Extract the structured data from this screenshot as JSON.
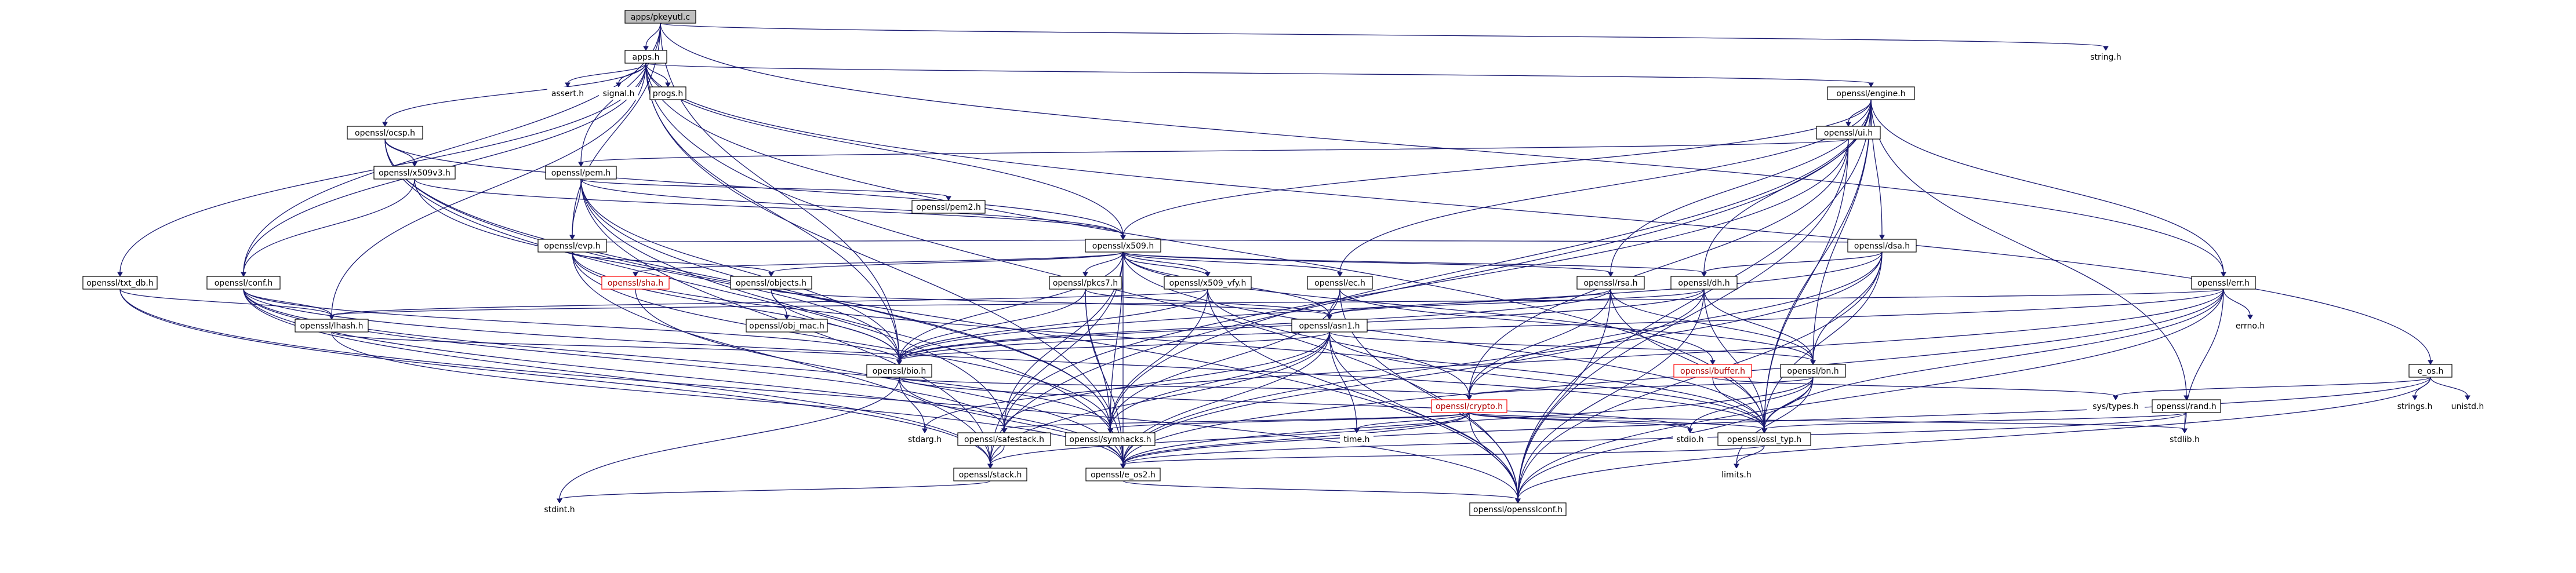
{
  "diagram": {
    "type": "include-dependency-graph",
    "edge_color": "#191970",
    "root_fill": "#bfbfbf",
    "nodes": [
      {
        "id": "root",
        "label": "apps/pkeyutl.c",
        "kind": "root"
      },
      {
        "id": "apps",
        "label": "apps.h"
      },
      {
        "id": "string",
        "label": "string.h",
        "kind": "ghost"
      },
      {
        "id": "assert",
        "label": "assert.h",
        "kind": "ghost"
      },
      {
        "id": "signal",
        "label": "signal.h",
        "kind": "ghost"
      },
      {
        "id": "progs",
        "label": "progs.h"
      },
      {
        "id": "engine",
        "label": "openssl/engine.h"
      },
      {
        "id": "ocsp",
        "label": "openssl/ocsp.h"
      },
      {
        "id": "x509v3",
        "label": "openssl/x509v3.h"
      },
      {
        "id": "pem",
        "label": "openssl/pem.h"
      },
      {
        "id": "ui",
        "label": "openssl/ui.h"
      },
      {
        "id": "x509",
        "label": "openssl/x509.h"
      },
      {
        "id": "pem2",
        "label": "openssl/pem2.h"
      },
      {
        "id": "evp",
        "label": "openssl/evp.h"
      },
      {
        "id": "sha",
        "label": "openssl/sha.h",
        "kind": "red"
      },
      {
        "id": "objects",
        "label": "openssl/objects.h"
      },
      {
        "id": "objmac",
        "label": "openssl/obj_mac.h"
      },
      {
        "id": "pkcs7",
        "label": "openssl/pkcs7.h"
      },
      {
        "id": "x509vfy",
        "label": "openssl/x509_vfy.h"
      },
      {
        "id": "ec",
        "label": "openssl/ec.h"
      },
      {
        "id": "rsa",
        "label": "openssl/rsa.h"
      },
      {
        "id": "dsa",
        "label": "openssl/dsa.h"
      },
      {
        "id": "dh",
        "label": "openssl/dh.h"
      },
      {
        "id": "err",
        "label": "openssl/err.h"
      },
      {
        "id": "errno",
        "label": "errno.h",
        "kind": "ghost"
      },
      {
        "id": "txtdb",
        "label": "openssl/txt_db.h"
      },
      {
        "id": "conf",
        "label": "openssl/conf.h"
      },
      {
        "id": "lhash",
        "label": "openssl/lhash.h"
      },
      {
        "id": "asn1",
        "label": "openssl/asn1.h"
      },
      {
        "id": "bio",
        "label": "openssl/bio.h"
      },
      {
        "id": "buffer",
        "label": "openssl/buffer.h",
        "kind": "red"
      },
      {
        "id": "bn",
        "label": "openssl/bn.h"
      },
      {
        "id": "crypto",
        "label": "openssl/crypto.h",
        "kind": "red"
      },
      {
        "id": "rand",
        "label": "openssl/rand.h"
      },
      {
        "id": "eos",
        "label": "e_os.h"
      },
      {
        "id": "strings",
        "label": "strings.h",
        "kind": "ghost"
      },
      {
        "id": "unistd",
        "label": "unistd.h",
        "kind": "ghost"
      },
      {
        "id": "systypes",
        "label": "sys/types.h",
        "kind": "ghost"
      },
      {
        "id": "stdarg",
        "label": "stdarg.h",
        "kind": "ghost"
      },
      {
        "id": "time",
        "label": "time.h",
        "kind": "ghost"
      },
      {
        "id": "stdio",
        "label": "stdio.h",
        "kind": "ghost"
      },
      {
        "id": "stdlib",
        "label": "stdlib.h",
        "kind": "ghost"
      },
      {
        "id": "safestack",
        "label": "openssl/safestack.h"
      },
      {
        "id": "symhacks",
        "label": "openssl/symhacks.h"
      },
      {
        "id": "osttyp",
        "label": "openssl/ossl_typ.h"
      },
      {
        "id": "limits",
        "label": "limits.h",
        "kind": "ghost"
      },
      {
        "id": "stack",
        "label": "openssl/stack.h"
      },
      {
        "id": "eos2",
        "label": "openssl/e_os2.h"
      },
      {
        "id": "stdint",
        "label": "stdint.h",
        "kind": "ghost"
      },
      {
        "id": "opensslconf",
        "label": "openssl/opensslconf.h"
      }
    ],
    "edges": [
      [
        "root",
        "apps"
      ],
      [
        "root",
        "string"
      ],
      [
        "root",
        "err"
      ],
      [
        "root",
        "pem"
      ],
      [
        "root",
        "evp"
      ],
      [
        "root",
        "bio"
      ],
      [
        "root",
        "conf"
      ],
      [
        "apps",
        "assert"
      ],
      [
        "apps",
        "signal"
      ],
      [
        "apps",
        "progs"
      ],
      [
        "apps",
        "engine"
      ],
      [
        "apps",
        "ocsp"
      ],
      [
        "apps",
        "x509"
      ],
      [
        "apps",
        "txtdb"
      ],
      [
        "apps",
        "lhash"
      ],
      [
        "apps",
        "bio"
      ],
      [
        "apps",
        "eos"
      ],
      [
        "apps",
        "eos2"
      ],
      [
        "apps",
        "osttyp"
      ],
      [
        "apps",
        "conf"
      ],
      [
        "apps",
        "opensslconf"
      ],
      [
        "engine",
        "ui"
      ],
      [
        "engine",
        "x509"
      ],
      [
        "engine",
        "ec"
      ],
      [
        "engine",
        "rsa"
      ],
      [
        "engine",
        "dsa"
      ],
      [
        "engine",
        "dh"
      ],
      [
        "engine",
        "err"
      ],
      [
        "engine",
        "rand"
      ],
      [
        "engine",
        "symhacks"
      ],
      [
        "engine",
        "osttyp"
      ],
      [
        "engine",
        "bn"
      ],
      [
        "engine",
        "opensslconf"
      ],
      [
        "engine",
        "stack"
      ],
      [
        "ocsp",
        "x509v3"
      ],
      [
        "ocsp",
        "x509"
      ],
      [
        "ocsp",
        "safestack"
      ],
      [
        "ocsp",
        "symhacks"
      ],
      [
        "ocsp",
        "opensslconf"
      ],
      [
        "x509v3",
        "x509"
      ],
      [
        "x509v3",
        "conf"
      ],
      [
        "x509v3",
        "bio"
      ],
      [
        "pem",
        "x509"
      ],
      [
        "pem",
        "pem2"
      ],
      [
        "pem",
        "evp"
      ],
      [
        "pem",
        "bio"
      ],
      [
        "pem",
        "stack"
      ],
      [
        "pem",
        "symhacks"
      ],
      [
        "pem",
        "eos2"
      ],
      [
        "ui",
        "pem"
      ],
      [
        "ui",
        "crypto"
      ],
      [
        "ui",
        "safestack"
      ],
      [
        "ui",
        "osttyp"
      ],
      [
        "ui",
        "opensslconf"
      ],
      [
        "x509",
        "sha"
      ],
      [
        "x509",
        "evp"
      ],
      [
        "x509",
        "objects"
      ],
      [
        "x509",
        "pkcs7"
      ],
      [
        "x509",
        "x509vfy"
      ],
      [
        "x509",
        "ec"
      ],
      [
        "x509",
        "rsa"
      ],
      [
        "x509",
        "dsa"
      ],
      [
        "x509",
        "dh"
      ],
      [
        "x509",
        "asn1"
      ],
      [
        "x509",
        "bio"
      ],
      [
        "x509",
        "buffer"
      ],
      [
        "x509",
        "symhacks"
      ],
      [
        "x509",
        "osttyp"
      ],
      [
        "x509",
        "safestack"
      ],
      [
        "x509",
        "eos2"
      ],
      [
        "x509",
        "stack"
      ],
      [
        "evp",
        "objects"
      ],
      [
        "evp",
        "bio"
      ],
      [
        "evp",
        "stack"
      ],
      [
        "evp",
        "symhacks"
      ],
      [
        "evp",
        "osttyp"
      ],
      [
        "sha",
        "eos2"
      ],
      [
        "objects",
        "objmac"
      ],
      [
        "objects",
        "asn1"
      ],
      [
        "objects",
        "bio"
      ],
      [
        "pkcs7",
        "asn1"
      ],
      [
        "pkcs7",
        "bio"
      ],
      [
        "pkcs7",
        "symhacks"
      ],
      [
        "pkcs7",
        "eos2"
      ],
      [
        "x509vfy",
        "x509"
      ],
      [
        "x509vfy",
        "lhash"
      ],
      [
        "x509vfy",
        "bio"
      ],
      [
        "x509vfy",
        "crypto"
      ],
      [
        "x509vfy",
        "symhacks"
      ],
      [
        "x509vfy",
        "opensslconf"
      ],
      [
        "ec",
        "asn1"
      ],
      [
        "ec",
        "bn"
      ],
      [
        "ec",
        "symhacks"
      ],
      [
        "ec",
        "opensslconf"
      ],
      [
        "rsa",
        "asn1"
      ],
      [
        "rsa",
        "bio"
      ],
      [
        "rsa",
        "bn"
      ],
      [
        "rsa",
        "crypto"
      ],
      [
        "rsa",
        "osttyp"
      ],
      [
        "rsa",
        "opensslconf"
      ],
      [
        "dsa",
        "dh"
      ],
      [
        "dsa",
        "bio"
      ],
      [
        "dsa",
        "bn"
      ],
      [
        "dsa",
        "crypto"
      ],
      [
        "dsa",
        "osttyp"
      ],
      [
        "dsa",
        "opensslconf"
      ],
      [
        "dsa",
        "eos2"
      ],
      [
        "dh",
        "bio"
      ],
      [
        "dh",
        "bn"
      ],
      [
        "dh",
        "asn1"
      ],
      [
        "dh",
        "osttyp"
      ],
      [
        "dh",
        "eos2"
      ],
      [
        "dh",
        "opensslconf"
      ],
      [
        "err",
        "errno"
      ],
      [
        "err",
        "lhash"
      ],
      [
        "err",
        "bio"
      ],
      [
        "err",
        "stdarg"
      ],
      [
        "err",
        "stdlib"
      ],
      [
        "err",
        "osttyp"
      ],
      [
        "err",
        "eos2"
      ],
      [
        "err",
        "opensslconf"
      ],
      [
        "txtdb",
        "lhash"
      ],
      [
        "txtdb",
        "stack"
      ],
      [
        "txtdb",
        "opensslconf"
      ],
      [
        "conf",
        "lhash"
      ],
      [
        "conf",
        "bio"
      ],
      [
        "conf",
        "stack"
      ],
      [
        "conf",
        "safestack"
      ],
      [
        "conf",
        "symhacks"
      ],
      [
        "conf",
        "osttyp"
      ],
      [
        "conf",
        "eos2"
      ],
      [
        "lhash",
        "bio"
      ],
      [
        "lhash",
        "eos2"
      ],
      [
        "asn1",
        "bio"
      ],
      [
        "asn1",
        "time"
      ],
      [
        "asn1",
        "bn"
      ],
      [
        "asn1",
        "stack"
      ],
      [
        "asn1",
        "safestack"
      ],
      [
        "asn1",
        "symhacks"
      ],
      [
        "asn1",
        "osttyp"
      ],
      [
        "asn1",
        "opensslconf"
      ],
      [
        "asn1",
        "eos2"
      ],
      [
        "bio",
        "crypto"
      ],
      [
        "bio",
        "stdarg"
      ],
      [
        "bio",
        "stdio"
      ],
      [
        "bio",
        "stdint"
      ],
      [
        "bio",
        "eos2"
      ],
      [
        "buffer",
        "osttyp"
      ],
      [
        "buffer",
        "systypes"
      ],
      [
        "bn",
        "crypto"
      ],
      [
        "bn",
        "stdio"
      ],
      [
        "bn",
        "limits"
      ],
      [
        "bn",
        "osttyp"
      ],
      [
        "bn",
        "eos2"
      ],
      [
        "bn",
        "opensslconf"
      ],
      [
        "crypto",
        "stdlib"
      ],
      [
        "crypto",
        "stack"
      ],
      [
        "crypto",
        "safestack"
      ],
      [
        "crypto",
        "opensslconf"
      ],
      [
        "crypto",
        "stdio"
      ],
      [
        "crypto",
        "symhacks"
      ],
      [
        "crypto",
        "osttyp"
      ],
      [
        "crypto",
        "eos2"
      ],
      [
        "crypto",
        "time"
      ],
      [
        "rand",
        "osttyp"
      ],
      [
        "rand",
        "stdlib"
      ],
      [
        "rand",
        "eos2"
      ],
      [
        "eos",
        "systypes"
      ],
      [
        "eos",
        "strings"
      ],
      [
        "eos",
        "unistd"
      ],
      [
        "eos",
        "eos2"
      ],
      [
        "eos",
        "opensslconf"
      ],
      [
        "safestack",
        "stack"
      ],
      [
        "osttyp",
        "limits"
      ],
      [
        "osttyp",
        "eos2"
      ],
      [
        "stack",
        "stdint"
      ],
      [
        "eos2",
        "opensslconf"
      ]
    ]
  }
}
